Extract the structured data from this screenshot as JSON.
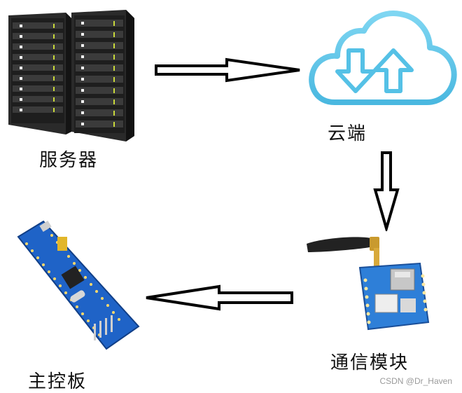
{
  "nodes": {
    "server": {
      "label": "服务器",
      "icon": "server-rack-icon"
    },
    "cloud": {
      "label": "云端",
      "icon": "cloud-upload-download-icon"
    },
    "comm_module": {
      "label": "通信模块",
      "icon": "gsm-module-antenna-icon"
    },
    "main_board": {
      "label": "主控板",
      "icon": "microcontroller-board-icon"
    }
  },
  "edges": [
    {
      "from": "server",
      "to": "cloud"
    },
    {
      "from": "cloud",
      "to": "comm_module"
    },
    {
      "from": "comm_module",
      "to": "main_board"
    }
  ],
  "watermark": "CSDN @Dr_Haven",
  "colors": {
    "cloud_blue": "#5cc8ea",
    "board_blue": "#1f63c7",
    "server_dark": "#1c1c1c"
  }
}
